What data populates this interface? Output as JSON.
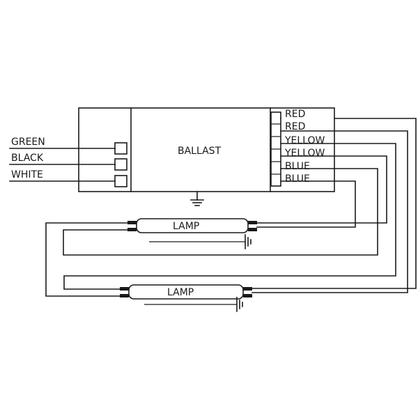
{
  "ballast": {
    "label": "BALLAST"
  },
  "inputs": [
    {
      "label": "GREEN"
    },
    {
      "label": "BLACK"
    },
    {
      "label": "WHITE"
    }
  ],
  "outputs": [
    {
      "label": "RED"
    },
    {
      "label": "RED"
    },
    {
      "label": "YELLOW"
    },
    {
      "label": "YELLOW"
    },
    {
      "label": "BLUE"
    },
    {
      "label": "BLUE"
    }
  ],
  "lamps": [
    {
      "label": "LAMP"
    },
    {
      "label": "LAMP"
    }
  ]
}
